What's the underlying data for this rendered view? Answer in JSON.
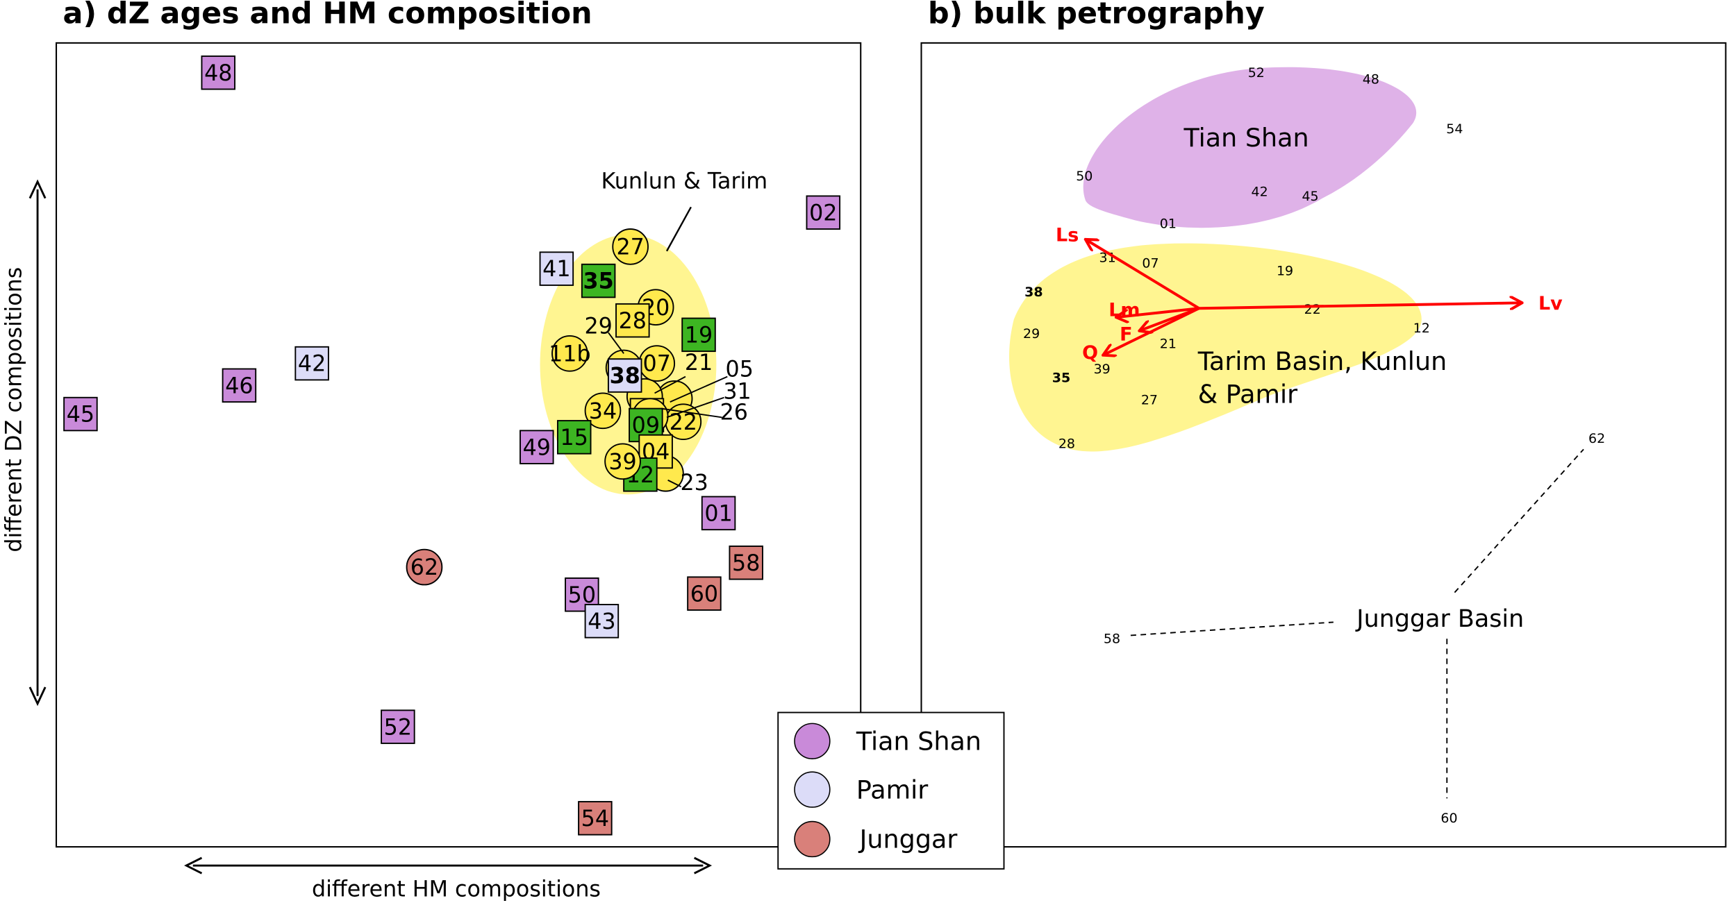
{
  "chart_data": [
    {
      "type": "scatter",
      "title": "a) dZ ages and HM composition",
      "xlabel": "different HM compositions",
      "ylabel": "different DZ compositions",
      "annotation": "Kunlun & Tarim",
      "colors": {
        "tian_shan": "#c98ad9",
        "pamir": "#dcdcf8",
        "junggar": "#d9807a",
        "kunlun_tarim_green": "#3db522",
        "kunlun_tarim_yellow": "#ffe94d",
        "ellipse": "#fff591"
      },
      "points": [
        {
          "label": "48",
          "group": "tian_shan",
          "shape": "square"
        },
        {
          "label": "02",
          "group": "tian_shan",
          "shape": "square"
        },
        {
          "label": "41",
          "group": "pamir",
          "shape": "square"
        },
        {
          "label": "27",
          "group": "kunlun_tarim_yellow",
          "shape": "circle"
        },
        {
          "label": "35",
          "group": "kunlun_tarim_green",
          "shape": "square",
          "bold": true
        },
        {
          "label": "20",
          "group": "kunlun_tarim_yellow",
          "shape": "circle"
        },
        {
          "label": "28",
          "group": "kunlun_tarim_yellow",
          "shape": "square"
        },
        {
          "label": "19",
          "group": "kunlun_tarim_green",
          "shape": "square"
        },
        {
          "label": "11b",
          "group": "kunlun_tarim_yellow",
          "shape": "circle"
        },
        {
          "label": "29",
          "group": "kunlun_tarim_yellow",
          "shape": "circle"
        },
        {
          "label": "05",
          "group": "kunlun_tarim_yellow",
          "shape": "circle"
        },
        {
          "label": "21",
          "group": "kunlun_tarim_yellow",
          "shape": "circle"
        },
        {
          "label": "07",
          "group": "kunlun_tarim_yellow",
          "shape": "circle"
        },
        {
          "label": "38",
          "group": "pamir",
          "shape": "square",
          "bold": true
        },
        {
          "label": "34",
          "group": "kunlun_tarim_yellow",
          "shape": "circle"
        },
        {
          "label": "26",
          "group": "kunlun_tarim_yellow",
          "shape": "square"
        },
        {
          "label": "22",
          "group": "kunlun_tarim_yellow",
          "shape": "circle"
        },
        {
          "label": "31",
          "group": "kunlun_tarim_yellow",
          "shape": "circle"
        },
        {
          "label": "09",
          "group": "kunlun_tarim_green",
          "shape": "square"
        },
        {
          "label": "15",
          "group": "kunlun_tarim_green",
          "shape": "square"
        },
        {
          "label": "49",
          "group": "tian_shan",
          "shape": "square"
        },
        {
          "label": "23",
          "group": "kunlun_tarim_yellow",
          "shape": "circle"
        },
        {
          "label": "04",
          "group": "kunlun_tarim_yellow",
          "shape": "square"
        },
        {
          "label": "12",
          "group": "kunlun_tarim_green",
          "shape": "square"
        },
        {
          "label": "39",
          "group": "kunlun_tarim_yellow",
          "shape": "circle"
        },
        {
          "label": "01",
          "group": "tian_shan",
          "shape": "square"
        },
        {
          "label": "42",
          "group": "pamir",
          "shape": "square"
        },
        {
          "label": "46",
          "group": "tian_shan",
          "shape": "square"
        },
        {
          "label": "45",
          "group": "tian_shan",
          "shape": "square"
        },
        {
          "label": "62",
          "group": "junggar",
          "shape": "circle"
        },
        {
          "label": "58",
          "group": "junggar",
          "shape": "square"
        },
        {
          "label": "60",
          "group": "junggar",
          "shape": "square"
        },
        {
          "label": "50",
          "group": "tian_shan",
          "shape": "square"
        },
        {
          "label": "43",
          "group": "pamir",
          "shape": "square"
        },
        {
          "label": "52",
          "group": "tian_shan",
          "shape": "square"
        },
        {
          "label": "54",
          "group": "junggar",
          "shape": "square"
        }
      ],
      "legend": {
        "position": "bottom-right",
        "entries": [
          {
            "label": "Tian Shan",
            "group": "tian_shan"
          },
          {
            "label": "Pamir",
            "group": "pamir"
          },
          {
            "label": "Junggar",
            "group": "junggar"
          }
        ]
      }
    },
    {
      "type": "scatter",
      "title": "b) bulk petrography",
      "regions": [
        {
          "label": "Tian Shan",
          "color": "#dfb2e8"
        },
        {
          "label_line1": "Tarim Basin, Kunlun",
          "label_line2": "& Pamir",
          "color": "#fff591"
        },
        {
          "label": "Junggar Basin"
        }
      ],
      "vectors": [
        {
          "label": "Lv"
        },
        {
          "label": "Ls"
        },
        {
          "label": "Lm"
        },
        {
          "label": "F"
        },
        {
          "label": "Q"
        }
      ],
      "vector_color": "#ff0000",
      "points": [
        "52",
        "48",
        "54",
        "50",
        "42",
        "45",
        "01",
        "31",
        "07",
        "19",
        "38",
        "22",
        "12",
        "29",
        "21",
        "39",
        "35",
        "27",
        "28",
        "62",
        "58",
        "60"
      ],
      "bold_points": [
        "38",
        "35"
      ]
    }
  ]
}
